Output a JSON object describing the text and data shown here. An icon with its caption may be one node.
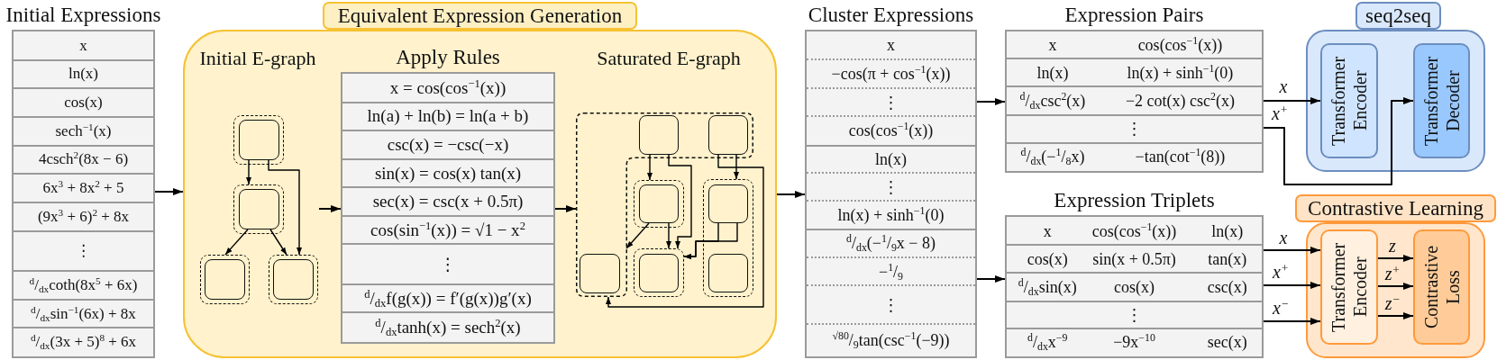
{
  "diagram": {
    "nodes": [
      {
        "text": [
          "Initial Expressions",
          "x",
          "ln(x)",
          "cos(x)",
          "sech$^{−1}$(x)",
          "4csch$^{2}$(8x − 6)",
          "6x$^{3}$ + 8x$^{2}$ + 5",
          "(9x$^{3}$ + 6)$^{2}$ + 8x",
          "⋮",
          "$^{d}$/$_{dx}$coth(8x$^{5}$ + 6x)",
          "$^{d}$/$_{dx}$sin$^{−1}$(6x) + 8x",
          "$^{d}$/$_{dx}$(3x + 5)$^{8}$ + 6x"
        ]
      },
      {
        "text": [
          "Equivalent Expression Generation"
        ]
      },
      {
        "text": [],
        "shape": "box",
        "in": 1
      },
      {
        "text": [],
        "shape": "box",
        "in": 2
      },
      {
        "text": [],
        "shape": "box",
        "in": 1
      },
      {
        "text": [],
        "shape": "box",
        "in": 4
      },
      {
        "text": [],
        "shape": "box",
        "in": 1
      },
      {
        "text": [],
        "shape": "box",
        "in": 6
      },
      {
        "text": [],
        "shape": "box",
        "in": 1
      },
      {
        "text": [],
        "shape": "box",
        "in": 8
      },
      {
        "text": [
          "Apply Rules",
          "x = cos(cos$^{−1}$(x))",
          "ln(a) + ln(b) = ln(a + b)",
          "csc(x) = −csc(−x)",
          "sin(x) = cos(x) tan(x)",
          "sec(x) = csc(x + 0.5π)",
          "cos(sin$^{−1}$(x)) = √1 − x$^{2}$",
          "⋮",
          "$^{d}$/$_{dx}$f(g(x)) = f′(g(x))g′(x)",
          "$^{d}$/$_{dx}$tanh(x) = sech$^{2}$(x)"
        ],
        "in": 1
      },
      {
        "text": [],
        "shape": "box",
        "in": 1
      },
      {
        "text": [],
        "shape": "box",
        "in": 11
      },
      {
        "text": [],
        "shape": "box",
        "in": 11
      },
      {
        "text": [],
        "shape": "box",
        "in": 11
      },
      {
        "text": [],
        "shape": "box",
        "in": 1
      },
      {
        "text": [],
        "shape": "box",
        "in": 15
      },
      {
        "text": [],
        "shape": "box",
        "in": 1
      },
      {
        "text": [],
        "shape": "box",
        "in": 17
      },
      {
        "text": [],
        "shape": "box",
        "in": 17
      },
      {
        "text": [],
        "shape": "box",
        "in": 1
      },
      {
        "text": [],
        "shape": "box",
        "in": 20
      },
      {
        "text": [
          "Cluster Expressions",
          "x",
          "−cos(π + cos$^{−1}$(x))",
          "⋮",
          "cos(cos$^{−1}$(x))",
          "ln(x)",
          "⋮",
          "ln(x) + sinh$^{−1}$(0)",
          "$^{d}$/$_{dx}$(−$^{1}$/$_{9}$x − 8)",
          "−$^{1}$/$_{9}$",
          "⋮",
          "$^{√80}$/$_{9}$tan(csc$^{−1}$(−9))"
        ]
      },
      {
        "text": [
          "Expression Pairs",
          "x",
          "cos(cos$^{−1}$(x))",
          "ln(x)",
          "ln(x) + sinh$^{−1}$(0)",
          "$^{d}$/$_{dx}$csc$^{2}$(x)",
          "−2 cot(x) csc$^{2}$(x)",
          "⋮",
          "$^{d}$/$_{dx}$(−$^{1}$/$_{8}$x)",
          "−tan(cot$^{−1}$(8))"
        ]
      },
      {
        "text": [
          "seq2seq"
        ]
      },
      {
        "text": [
          "Transformer Encoder"
        ],
        "in": 24
      },
      {
        "text": [
          "Transformer Decoder"
        ],
        "in": 24
      },
      {
        "text": [
          "Expression Triplets",
          "x",
          "cos(cos$^{−1}$(x))",
          "ln(x)",
          "cos(x)",
          "sin(x + 0.5π)",
          "tan(x)",
          "$^{d}$/$_{dx}$sin(x)",
          "cos(x)",
          "csc(x)",
          "⋮",
          "$^{d}$/$_{dx}$x$^{−9}$",
          "−9x$^{−10}$",
          "sec(x)"
        ]
      },
      {
        "text": [
          "Contrastive Learning"
        ]
      },
      {
        "text": [
          "Transformer Encoder"
        ],
        "in": 28
      },
      {
        "text": [
          "Contrastive Loss"
        ],
        "in": 28
      }
    ],
    "edges": [
      {
        "from": 0,
        "to": 1,
        "arrow": "to"
      },
      {
        "from": 3,
        "to": 4,
        "arrow": "to"
      },
      {
        "from": 3,
        "to": 8,
        "arrow": "to"
      },
      {
        "from": 5,
        "to": 6,
        "arrow": "to"
      },
      {
        "from": 5,
        "to": 8,
        "arrow": "to"
      },
      {
        "from": null,
        "to": 10,
        "arrow": "to"
      },
      {
        "from": 10,
        "to": 11,
        "arrow": "to"
      },
      {
        "from": 12,
        "to": 15,
        "arrow": "to"
      },
      {
        "from": 12,
        "to": 20,
        "arrow": "to"
      },
      {
        "from": 13,
        "to": 17,
        "arrow": "to"
      },
      {
        "from": 13,
        "to": 11,
        "arrow": "to"
      },
      {
        "from": 16,
        "to": 11,
        "arrow": "to"
      },
      {
        "from": 16,
        "to": 20,
        "arrow": "to"
      },
      {
        "from": 18,
        "to": 20,
        "arrow": "to"
      },
      {
        "from": 18,
        "to": 20,
        "arrow": "to"
      },
      {
        "from": 1,
        "to": 22,
        "arrow": "to"
      },
      {
        "from": 22,
        "to": 23,
        "arrow": "to"
      },
      {
        "from": 22,
        "to": 27,
        "arrow": "to"
      },
      {
        "from": 23,
        "to": 25,
        "label": "x",
        "arrow": "to"
      },
      {
        "from": 23,
        "to": 26,
        "label": "x$^{+}$",
        "arrow": "to"
      },
      {
        "from": 27,
        "to": 29,
        "label": "x",
        "arrow": "to"
      },
      {
        "from": 27,
        "to": 29,
        "label": "x$^{+}$",
        "arrow": "to"
      },
      {
        "from": 27,
        "to": 29,
        "label": "x$^{−}$",
        "arrow": "to"
      },
      {
        "from": 29,
        "to": 30,
        "label": "z",
        "arrow": "to"
      },
      {
        "from": 29,
        "to": 30,
        "label": "z$^{+}$",
        "arrow": "to"
      },
      {
        "from": 29,
        "to": 30,
        "label": "z$^{−}$",
        "arrow": "to"
      }
    ],
    "labels": [
      "Initial E-graph",
      "Saturated E-graph"
    ]
  }
}
